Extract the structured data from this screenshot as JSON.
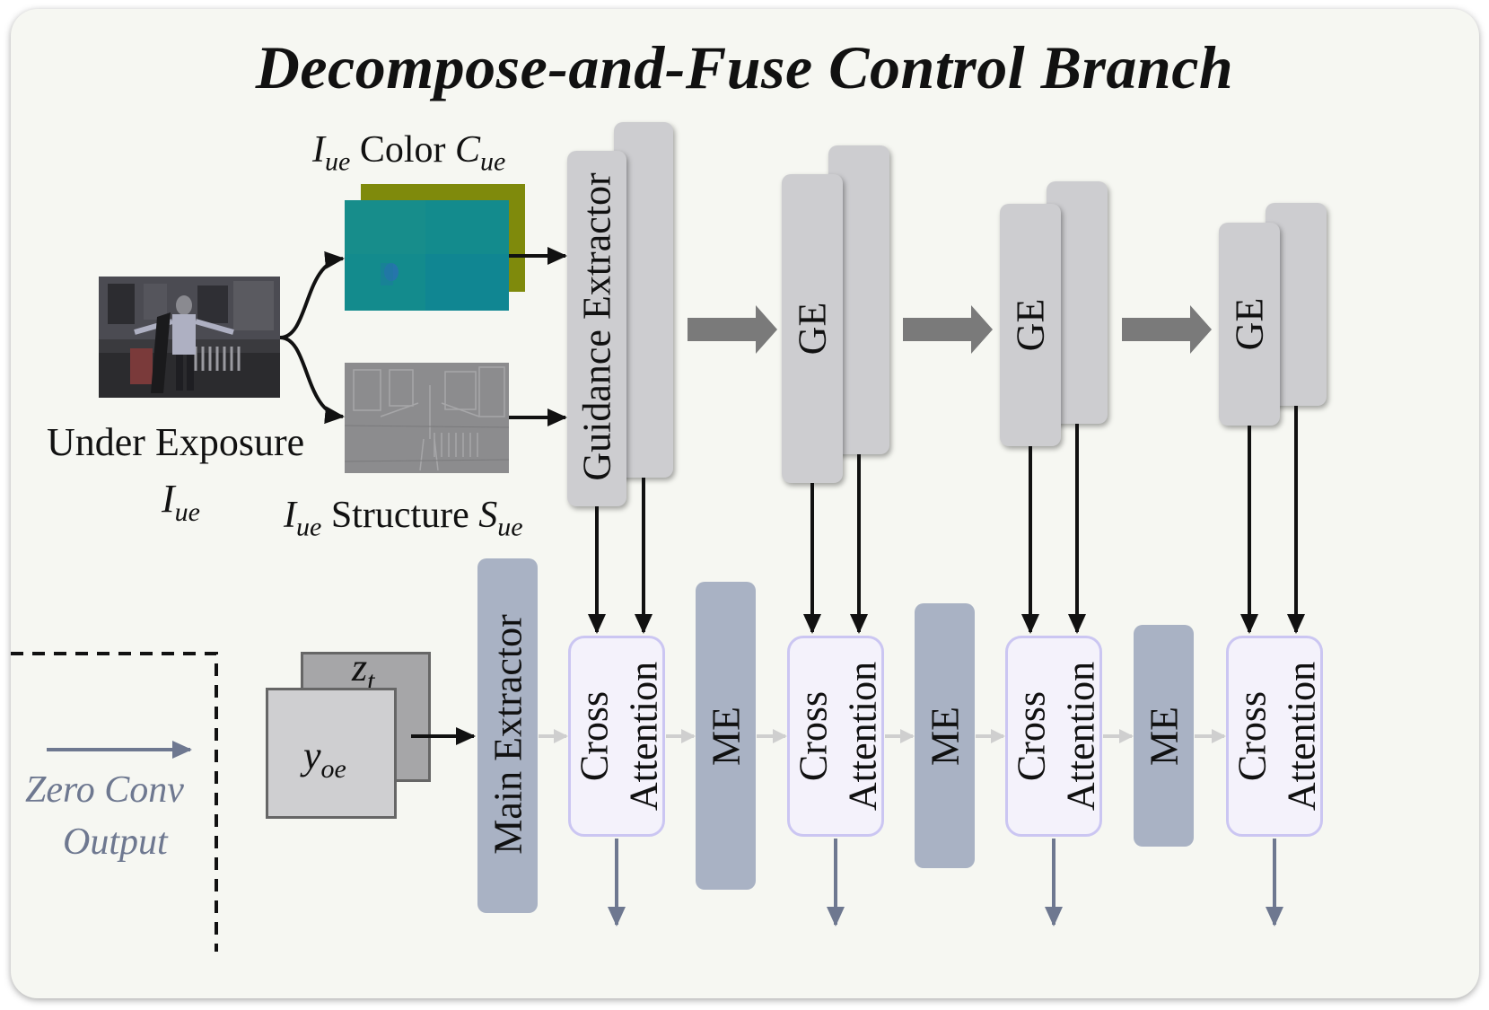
{
  "title": "Decompose-and-Fuse Control Branch",
  "inputs": {
    "under_exposure_label": "Under Exposure",
    "under_exposure_symbol": "I",
    "under_exposure_sub": "ue",
    "color_prefix": "I",
    "color_prefix_sub": "ue",
    "color_word": "Color",
    "color_symbol": "C",
    "color_sub": "ue",
    "structure_prefix": "I",
    "structure_prefix_sub": "ue",
    "structure_word": "Structure",
    "structure_symbol": "S",
    "structure_sub": "ue"
  },
  "guidance_extractor": "Guidance Extractor",
  "ge_labels": [
    "GE",
    "GE",
    "GE"
  ],
  "main_extractor": "Main Extractor",
  "me_labels": [
    "ME",
    "ME",
    "ME"
  ],
  "cross_attention": {
    "line1": "Cross",
    "line2": "Attention"
  },
  "latents": {
    "z_symbol": "z",
    "z_sub": "t",
    "y_symbol": "y",
    "y_sub": "oe"
  },
  "legend": {
    "line1": "Zero Conv",
    "line2": "Output"
  },
  "colors": {
    "panel_bg": "#f6f7f2",
    "guidance_block": "#cdcdd0",
    "me_block": "#a9b2c4",
    "cross_attention_fill": "#f4f2fb",
    "cross_attention_border": "#cbc6f2",
    "zero_conv_arrow": "#6e7890",
    "flow_arrow": "#7a7a7a",
    "color_map_front": "#0f8a8e",
    "color_map_back": "#7f8a0c"
  }
}
